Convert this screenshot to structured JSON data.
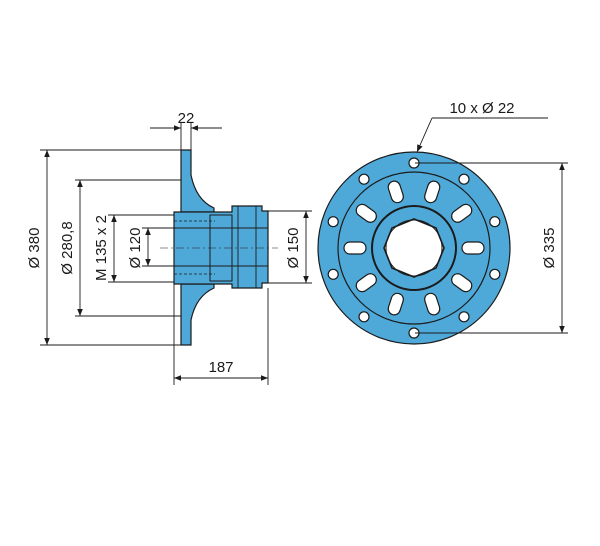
{
  "colors": {
    "part_fill": "#4fa9d8",
    "part_stroke": "#1b1b1b",
    "line": "#1b1b1b",
    "background": "#ffffff",
    "hole": "#ffffff"
  },
  "side_view": {
    "dim_flange_thickness": "22",
    "dim_flange_diameter": "Ø 380",
    "dim_bolt_circle_side": "Ø 280,8",
    "dim_thread": "M 135 x 2",
    "dim_bore": "Ø 120",
    "dim_hub_diameter": "Ø 150",
    "dim_length": "187"
  },
  "front_view": {
    "dim_bolt_holes": "10 x Ø 22",
    "dim_bolt_circle": "Ø 335",
    "bolt_hole_count": 10,
    "spoke_window_count": 10
  }
}
